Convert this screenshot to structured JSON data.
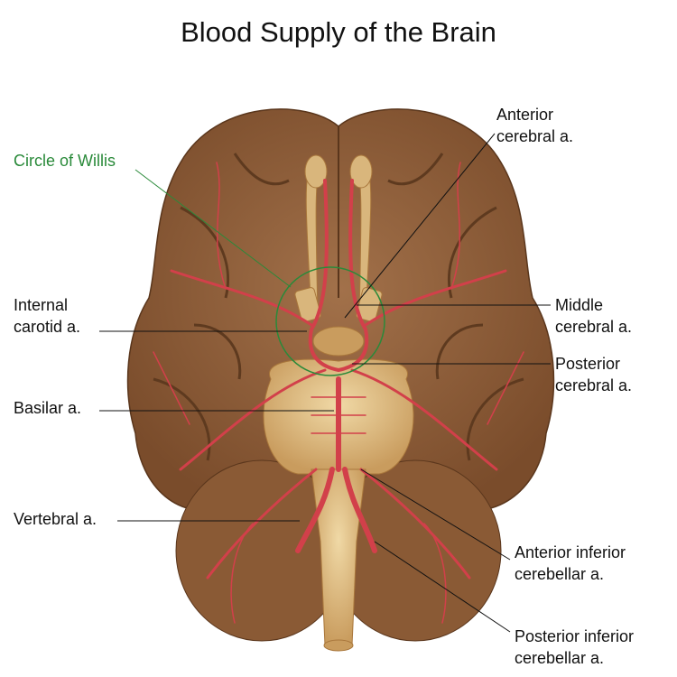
{
  "title": "Blood Supply of the Brain",
  "labels": {
    "anterior_cerebral": [
      "Anterior",
      "cerebral a."
    ],
    "circle_of_willis": "Circle of Willis",
    "internal_carotid": [
      "Internal",
      "carotid a."
    ],
    "middle_cerebral": [
      "Middle",
      "cerebral a."
    ],
    "posterior_cerebral": [
      "Posterior",
      "cerebral a."
    ],
    "basilar": "Basilar a.",
    "vertebral": "Vertebral a.",
    "anterior_inferior_cerebellar": [
      "Anterior inferior",
      "cerebellar a."
    ],
    "posterior_inferior_cerebellar": [
      "Posterior inferior",
      "cerebellar a."
    ]
  },
  "colors": {
    "brain": "#8b5a34",
    "artery": "#d2404a",
    "stem": "#d9b67c",
    "willis": "#2a8a3a"
  }
}
